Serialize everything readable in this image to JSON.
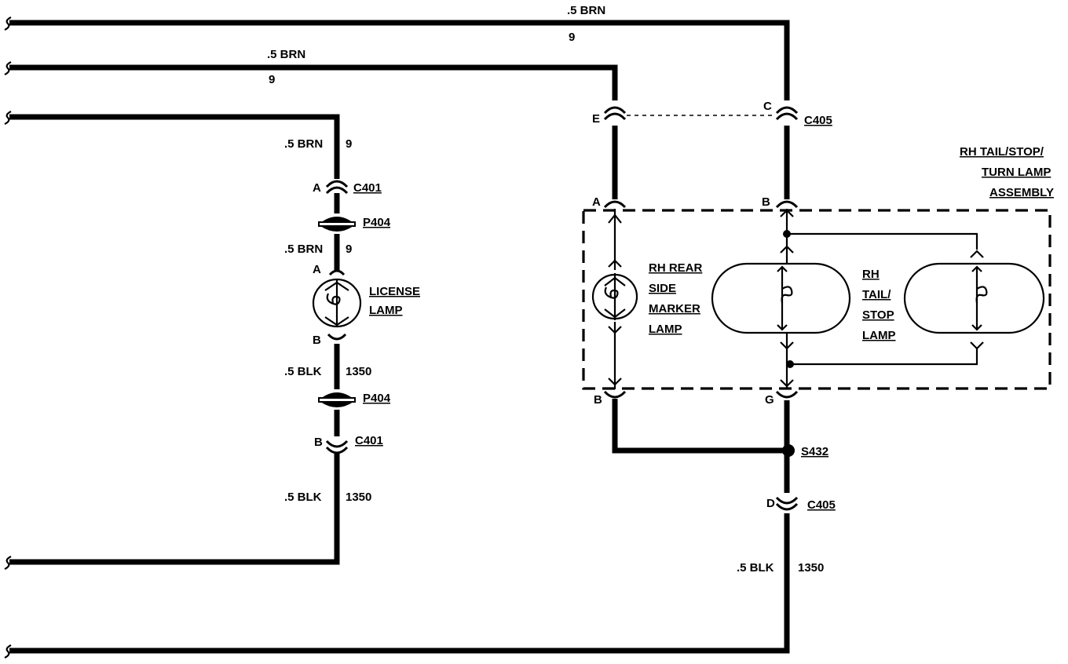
{
  "wires": {
    "top_brn_size_color": ".5 BRN",
    "top_brn_circuit": "9",
    "second_brn_size_color": ".5 BRN",
    "second_brn_circuit": "9",
    "license_brn_upper_size_color": ".5 BRN",
    "license_brn_upper_circuit": "9",
    "license_brn_lower_size_color": ".5 BRN",
    "license_brn_lower_circuit": "9",
    "license_blk_upper_size_color": ".5 BLK",
    "license_blk_upper_circuit": "1350",
    "license_blk_lower_size_color": ".5 BLK",
    "license_blk_lower_circuit": "1350",
    "right_blk_size_color": ".5 BLK",
    "right_blk_circuit": "1350"
  },
  "connectors": {
    "c401": "C401",
    "p404": "P404",
    "c405": "C405",
    "s432": "S432"
  },
  "pins": {
    "c401_top": "A",
    "license_lamp_a": "A",
    "license_lamp_b": "B",
    "c401_bottom": "B",
    "c405_e": "E",
    "c405_c": "C",
    "marker_a": "A",
    "tail_b": "B",
    "marker_b": "B",
    "tail_g": "G",
    "c405_d": "D"
  },
  "components": {
    "license_lamp": [
      "LICENSE",
      "LAMP"
    ],
    "side_marker_lamp": [
      "RH REAR",
      "SIDE",
      "MARKER",
      "LAMP"
    ],
    "tail_stop_lamp": [
      "RH",
      "TAIL/",
      "STOP",
      "LAMP"
    ],
    "assembly": [
      "RH TAIL/STOP/",
      "TURN LAMP",
      "ASSEMBLY"
    ]
  }
}
